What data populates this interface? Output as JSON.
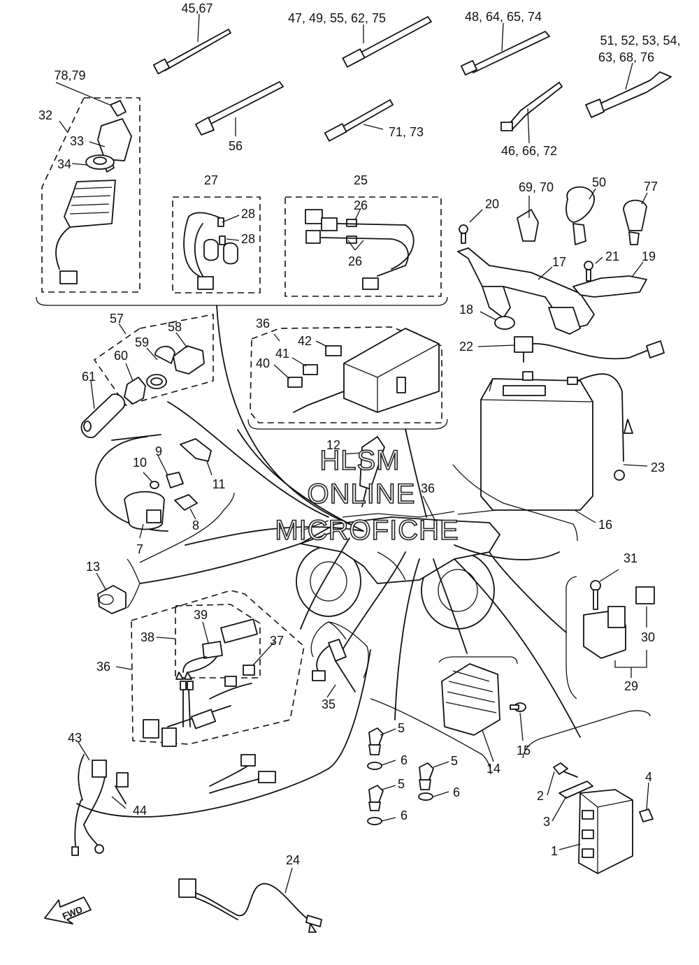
{
  "watermark": [
    "HLSM",
    "ONLINE",
    "MICROFICHE"
  ],
  "direction_label": "FWD",
  "callouts": {
    "c45_67": "45,67",
    "c47_49_55_62_75": "47, 49, 55, 62, 75",
    "c48_64_65_74": "48, 64, 65, 74",
    "c51_52_53_54": "51, 52, 53, 54,",
    "c63_68_76": "63, 68, 76",
    "c78_79": "78,79",
    "c32": "32",
    "c33": "33",
    "c34": "34",
    "c56": "56",
    "c71_73": "71, 73",
    "c46_66_72": "46, 66, 72",
    "c27": "27",
    "c28a": "28",
    "c28b": "28",
    "c25": "25",
    "c26a": "26",
    "c26b": "26",
    "c69_70": "69, 70",
    "c50": "50",
    "c77": "77",
    "c20": "20",
    "c17": "17",
    "c21": "21",
    "c19": "19",
    "c18": "18",
    "c22": "22",
    "c57": "57",
    "c58": "58",
    "c59": "59",
    "c60": "60",
    "c61": "61",
    "c36a": "36",
    "c42": "42",
    "c41": "41",
    "c40": "40",
    "c12": "12",
    "c36b": "36",
    "c9": "9",
    "c10": "10",
    "c11": "11",
    "c8": "8",
    "c7": "7",
    "c23": "23",
    "c16": "16",
    "c13": "13",
    "c31": "31",
    "c30": "30",
    "c29": "29",
    "c39": "39",
    "c38": "38",
    "c37": "37",
    "c36c": "36",
    "c35": "35",
    "c5a": "5",
    "c6a": "6",
    "c5b": "5",
    "c6b": "6",
    "c5c": "5",
    "c6c": "6",
    "c14": "14",
    "c15": "15",
    "c4": "4",
    "c2": "2",
    "c3": "3",
    "c1": "1",
    "c43": "43",
    "c44": "44",
    "c24": "24"
  }
}
